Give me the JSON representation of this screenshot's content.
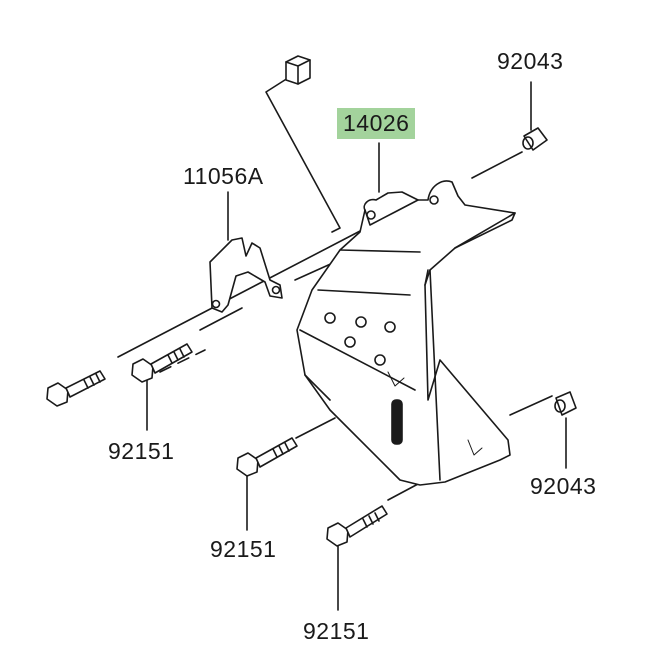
{
  "diagram": {
    "highlight_color": "#a3d39c",
    "labels": {
      "part_14026": "14026",
      "part_11056a": "11056A",
      "part_92043_top": "92043",
      "part_92043_bottom": "92043",
      "part_92151_a": "92151",
      "part_92151_b": "92151",
      "part_92151_c": "92151"
    },
    "highlighted_part": "14026"
  }
}
